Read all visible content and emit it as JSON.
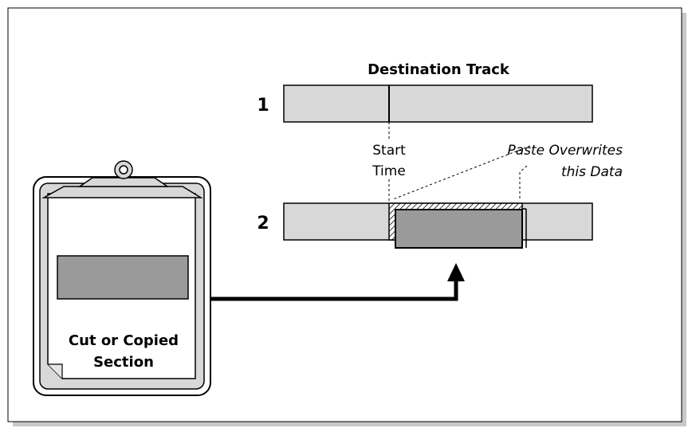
{
  "diagram": {
    "title": "Destination Track",
    "track_labels": [
      "1",
      "2"
    ],
    "start_time_line1": "Start",
    "start_time_line2": "Time",
    "overwrite_line1": "Paste Overwrites",
    "overwrite_line2": "this Data",
    "clipboard_line1": "Cut or Copied",
    "clipboard_line2": "Section"
  },
  "colors": {
    "track_fill": "#d8d8d8",
    "section_fill": "#9a9a9a",
    "clipboard_fill": "#d8d8d8",
    "shadow": "#c8c8c8"
  }
}
